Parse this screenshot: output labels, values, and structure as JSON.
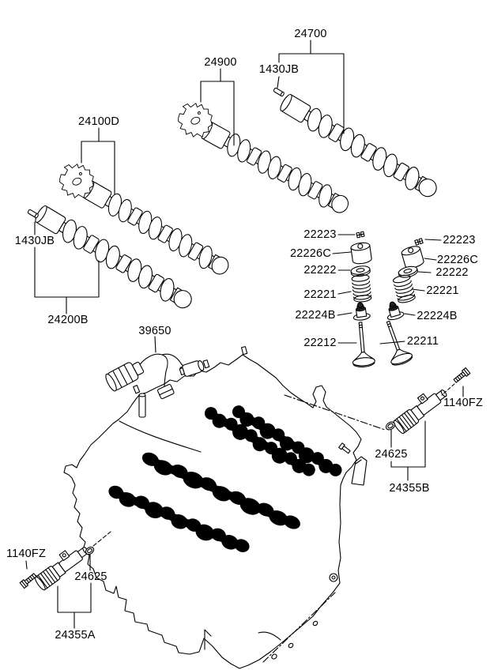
{
  "diagram": {
    "title": "camshaft-and-valve-parts-diagram",
    "background": "#ffffff",
    "line_color": "#000000",
    "text_color": "#000000"
  },
  "labels": {
    "camshaft_24700": "24700",
    "cam_sprocket_24900": "24900",
    "pin_1430jb_top": "1430JB",
    "cam_sprocket_24100d": "24100D",
    "pin_1430jb_left": "1430JB",
    "camshaft_24200b": "24200B",
    "harness_39650": "39650",
    "keeper_left_22223": "22223",
    "tappet_left_22226c": "22226C",
    "retainer_left_22222": "22222",
    "spring_left_22221": "22221",
    "seal_left_22224b": "22224B",
    "valve_22212": "22212",
    "keeper_right_22223": "22223",
    "tappet_right_22226c": "22226C",
    "retainer_right_22222": "22222",
    "spring_right_22221": "22221",
    "seal_right_22224b": "22224B",
    "valve_22211": "22211",
    "bolt_right_1140fz": "1140FZ",
    "oring_right_24625": "24625",
    "ocv_right_24355b": "24355B",
    "bolt_left_1140fz": "1140FZ",
    "oring_left_24625": "24625",
    "ocv_left_24355a": "24355A"
  }
}
